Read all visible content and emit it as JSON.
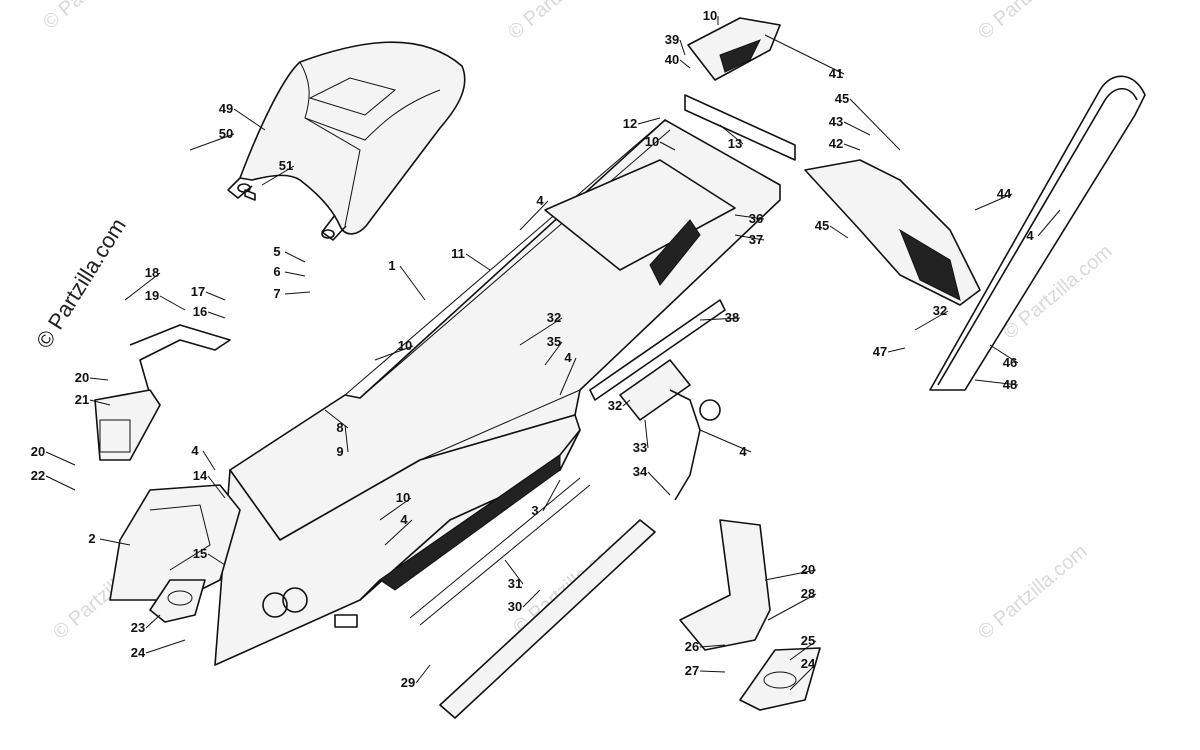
{
  "watermark": {
    "text": "© Partzilla.com",
    "side_text": "© Partzilla.com"
  },
  "callouts": [
    {
      "id": "c1",
      "label": "1"
    },
    {
      "id": "c2",
      "label": "2"
    },
    {
      "id": "c3",
      "label": "3"
    },
    {
      "id": "c4a",
      "label": "4"
    },
    {
      "id": "c4b",
      "label": "4"
    },
    {
      "id": "c4c",
      "label": "4"
    },
    {
      "id": "c4d",
      "label": "4"
    },
    {
      "id": "c4e",
      "label": "4"
    },
    {
      "id": "c4f",
      "label": "4"
    },
    {
      "id": "c5",
      "label": "5"
    },
    {
      "id": "c6",
      "label": "6"
    },
    {
      "id": "c7",
      "label": "7"
    },
    {
      "id": "c8",
      "label": "8"
    },
    {
      "id": "c9",
      "label": "9"
    },
    {
      "id": "c10a",
      "label": "10"
    },
    {
      "id": "c10b",
      "label": "10"
    },
    {
      "id": "c10c",
      "label": "10"
    },
    {
      "id": "c10d",
      "label": "10"
    },
    {
      "id": "c11",
      "label": "11"
    },
    {
      "id": "c12",
      "label": "12"
    },
    {
      "id": "c13",
      "label": "13"
    },
    {
      "id": "c14",
      "label": "14"
    },
    {
      "id": "c15",
      "label": "15"
    },
    {
      "id": "c16",
      "label": "16"
    },
    {
      "id": "c17",
      "label": "17"
    },
    {
      "id": "c18",
      "label": "18"
    },
    {
      "id": "c19",
      "label": "19"
    },
    {
      "id": "c20a",
      "label": "20"
    },
    {
      "id": "c20b",
      "label": "20"
    },
    {
      "id": "c20c",
      "label": "20"
    },
    {
      "id": "c21",
      "label": "21"
    },
    {
      "id": "c22",
      "label": "22"
    },
    {
      "id": "c23",
      "label": "23"
    },
    {
      "id": "c24a",
      "label": "24"
    },
    {
      "id": "c24b",
      "label": "24"
    },
    {
      "id": "c25",
      "label": "25"
    },
    {
      "id": "c26",
      "label": "26"
    },
    {
      "id": "c27",
      "label": "27"
    },
    {
      "id": "c28",
      "label": "28"
    },
    {
      "id": "c29",
      "label": "29"
    },
    {
      "id": "c30",
      "label": "30"
    },
    {
      "id": "c31",
      "label": "31"
    },
    {
      "id": "c32a",
      "label": "32"
    },
    {
      "id": "c32b",
      "label": "32"
    },
    {
      "id": "c32c",
      "label": "32"
    },
    {
      "id": "c33",
      "label": "33"
    },
    {
      "id": "c34",
      "label": "34"
    },
    {
      "id": "c35",
      "label": "35"
    },
    {
      "id": "c36",
      "label": "36"
    },
    {
      "id": "c37",
      "label": "37"
    },
    {
      "id": "c38",
      "label": "38"
    },
    {
      "id": "c39",
      "label": "39"
    },
    {
      "id": "c40",
      "label": "40"
    },
    {
      "id": "c41",
      "label": "41"
    },
    {
      "id": "c42",
      "label": "42"
    },
    {
      "id": "c43",
      "label": "43"
    },
    {
      "id": "c44",
      "label": "44"
    },
    {
      "id": "c45a",
      "label": "45"
    },
    {
      "id": "c45b",
      "label": "45"
    },
    {
      "id": "c46",
      "label": "46"
    },
    {
      "id": "c47",
      "label": "47"
    },
    {
      "id": "c48",
      "label": "48"
    },
    {
      "id": "c49",
      "label": "49"
    },
    {
      "id": "c50",
      "label": "50"
    },
    {
      "id": "c51",
      "label": "51"
    }
  ]
}
